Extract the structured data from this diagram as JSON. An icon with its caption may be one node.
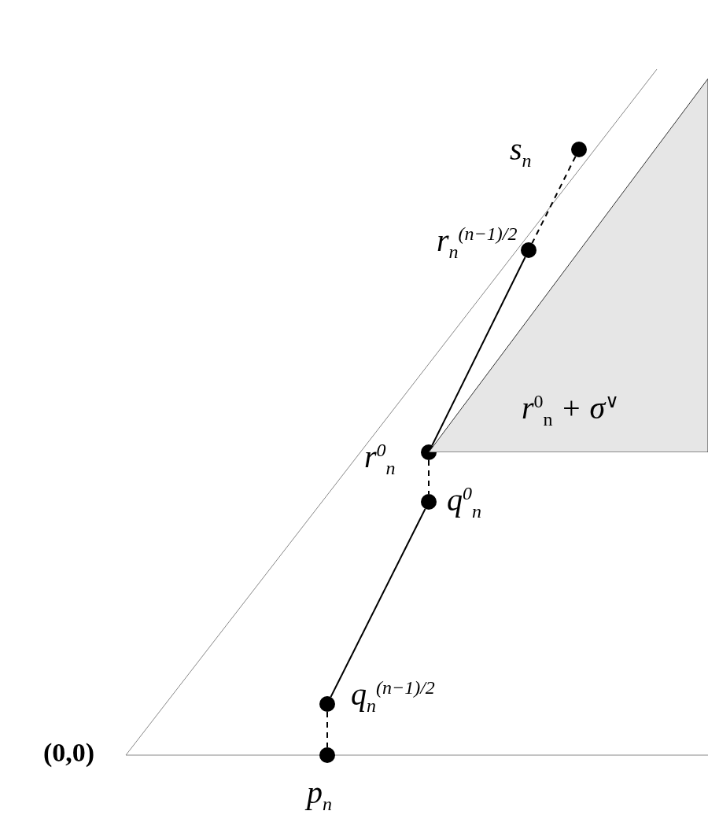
{
  "diagram": {
    "nodes": [
      {
        "text": [],
        "shape": "circle"
      },
      {
        "text": [],
        "shape": "circle",
        "beside": [
          "r$_{n}$$^{(n−1)/2}$"
        ]
      },
      {
        "text": [],
        "shape": "circle",
        "beside": [
          "r$^{0}$$_{n}$"
        ]
      },
      {
        "text": [],
        "shape": "circle",
        "beside": [
          "q$^{0}$$_{n}$"
        ]
      },
      {
        "text": [],
        "shape": "circle",
        "beside": [
          "q$_{n}$$^{(n−1)/2}$"
        ]
      },
      {
        "text": [],
        "shape": "circle",
        "beside": [
          "p$_{n}$"
        ]
      },
      {
        "text": [
          "r$^{0}$$_{n}$ + σ$^{∨}$"
        ]
      }
    ],
    "edges": [
      {
        "from": 0,
        "to": 1,
        "arrow": "none",
        "style": "dashed"
      },
      {
        "from": 1,
        "to": 2,
        "arrow": "none"
      },
      {
        "from": 2,
        "to": 3,
        "arrow": "none",
        "style": "dashed"
      },
      {
        "from": 3,
        "to": 4,
        "arrow": "none"
      },
      {
        "from": 4,
        "to": 5,
        "arrow": "none",
        "style": "dashed"
      }
    ],
    "labels": [
      "s$_{n}$",
      "(0,0)"
    ]
  }
}
